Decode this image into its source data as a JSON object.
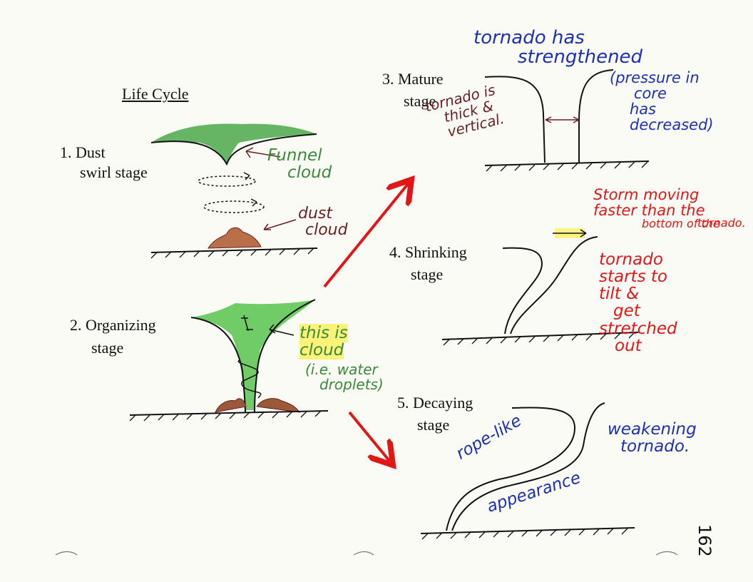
{
  "title": "Life Cycle",
  "stages": [
    {
      "number": "1.",
      "line1": "Dust",
      "line2": "swirl stage"
    },
    {
      "number": "2.",
      "line1": "Organizing",
      "line2": "stage"
    },
    {
      "number": "3.",
      "line1": "Mature",
      "line2": "stage"
    },
    {
      "number": "4.",
      "line1": "Shrinking",
      "line2": "stage"
    },
    {
      "number": "5.",
      "line1": "Decaying",
      "line2": "stage"
    }
  ],
  "notes": {
    "funnel_cloud": [
      "Funnel",
      "cloud"
    ],
    "dust_cloud": [
      "dust",
      "cloud"
    ],
    "this_is_cloud": [
      "this is",
      "cloud"
    ],
    "water_droplets": [
      "(i.e. water",
      "droplets)"
    ],
    "tornado_strengthened": [
      "tornado has",
      "strengthened"
    ],
    "pressure_core": [
      "(pressure in",
      "core",
      "has",
      "decreased)"
    ],
    "thick_vertical": [
      "tornado is",
      "thick &",
      "vertical."
    ],
    "storm_moving": [
      "Storm moving",
      "faster than the",
      "bottom of the",
      "tornado."
    ],
    "tilt": [
      "tornado",
      "starts to",
      "tilt &",
      "get",
      "stretched",
      "out"
    ],
    "rope_like": [
      "rope-like",
      "appearance"
    ],
    "weakening": [
      "weakening",
      "tornado."
    ]
  },
  "page_number": "162",
  "colors": {
    "ink": "#111111",
    "green": "#3b8a3b",
    "brown": "#6b1f1f",
    "blue": "#1d2fb5",
    "red": "#e11717",
    "highlight": "#fbf27a"
  }
}
